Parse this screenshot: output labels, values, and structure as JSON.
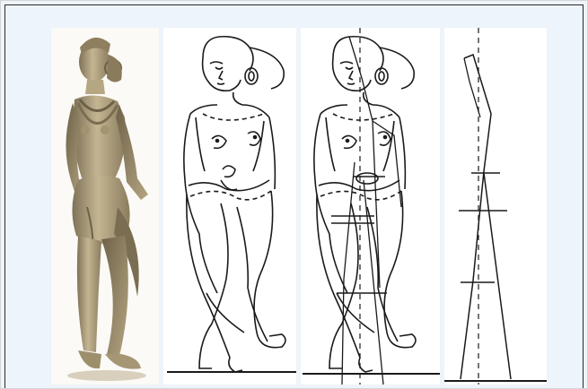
{
  "figure": {
    "panels": [
      {
        "kind": "photograph",
        "subject": "stone-sculpture-female-figure"
      },
      {
        "kind": "line-drawing",
        "subject": "outline-of-figure"
      },
      {
        "kind": "line-drawing",
        "subject": "outline-with-axis-lines"
      },
      {
        "kind": "line-drawing",
        "subject": "axis-lines-only"
      }
    ],
    "colors": {
      "background": "#edf4fb",
      "panel": "#ffffff",
      "ink": "#1a1a1a",
      "stone": "#a99a78"
    }
  }
}
